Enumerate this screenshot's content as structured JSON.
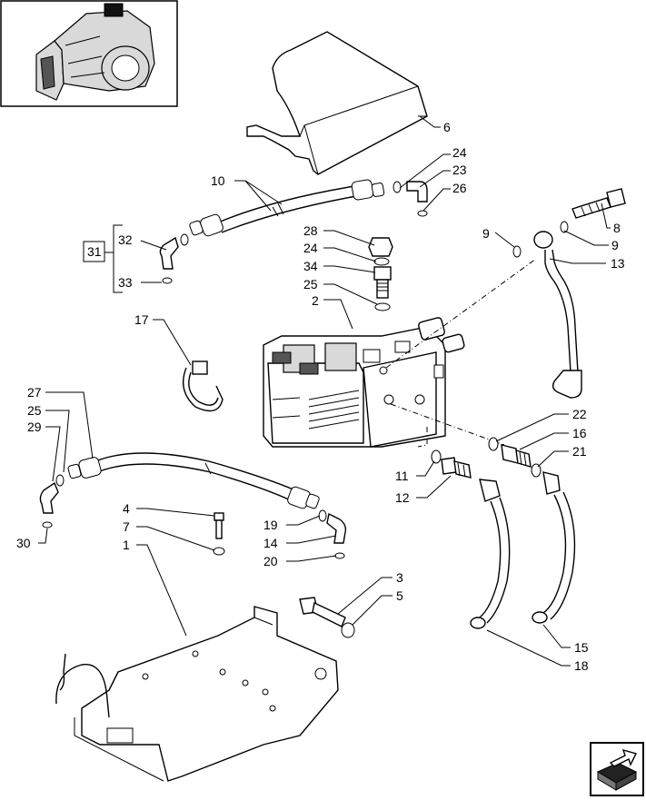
{
  "callouts": [
    {
      "id": "c6",
      "text": "6"
    },
    {
      "id": "c24a",
      "text": "24"
    },
    {
      "id": "c23",
      "text": "23"
    },
    {
      "id": "c26",
      "text": "26"
    },
    {
      "id": "c10",
      "text": "10"
    },
    {
      "id": "c8",
      "text": "8"
    },
    {
      "id": "c9a",
      "text": "9"
    },
    {
      "id": "c9b",
      "text": "9"
    },
    {
      "id": "c13",
      "text": "13"
    },
    {
      "id": "c28",
      "text": "28"
    },
    {
      "id": "c24b",
      "text": "24"
    },
    {
      "id": "c34",
      "text": "34"
    },
    {
      "id": "c25a",
      "text": "25"
    },
    {
      "id": "c2",
      "text": "2"
    },
    {
      "id": "c32",
      "text": "32"
    },
    {
      "id": "c31",
      "text": "31"
    },
    {
      "id": "c33",
      "text": "33"
    },
    {
      "id": "c17",
      "text": "17"
    },
    {
      "id": "c27",
      "text": "27"
    },
    {
      "id": "c25b",
      "text": "25"
    },
    {
      "id": "c29",
      "text": "29"
    },
    {
      "id": "c30",
      "text": "30"
    },
    {
      "id": "c22",
      "text": "22"
    },
    {
      "id": "c16",
      "text": "16"
    },
    {
      "id": "c21",
      "text": "21"
    },
    {
      "id": "c11",
      "text": "11"
    },
    {
      "id": "c12",
      "text": "12"
    },
    {
      "id": "c4",
      "text": "4"
    },
    {
      "id": "c7",
      "text": "7"
    },
    {
      "id": "c1",
      "text": "1"
    },
    {
      "id": "c19",
      "text": "19"
    },
    {
      "id": "c14",
      "text": "14"
    },
    {
      "id": "c20",
      "text": "20"
    },
    {
      "id": "c3",
      "text": "3"
    },
    {
      "id": "c5",
      "text": "5"
    },
    {
      "id": "c15",
      "text": "15"
    },
    {
      "id": "c18",
      "text": "18"
    }
  ],
  "icons": {
    "thumbnail": "transmission-housing-thumbnail",
    "nav": "next-page-arrow-icon"
  }
}
